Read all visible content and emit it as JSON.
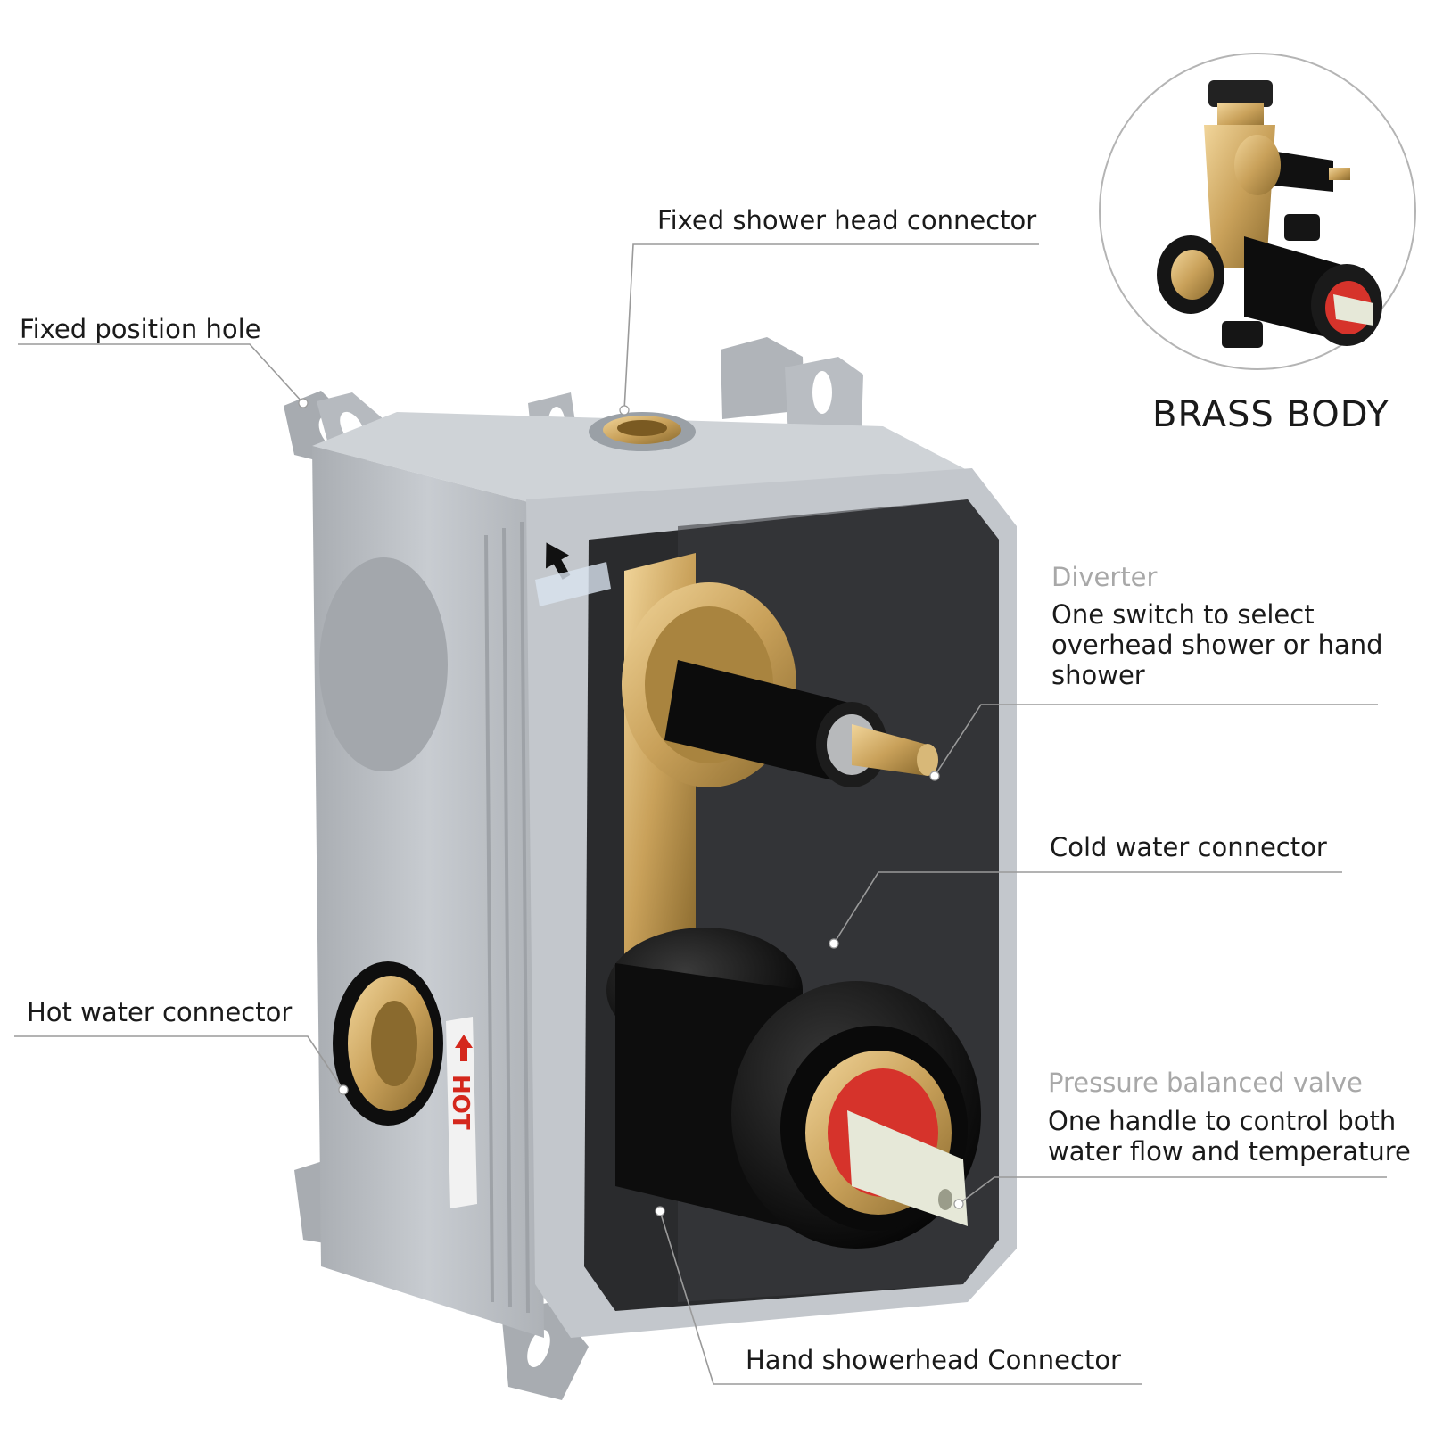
{
  "labels": {
    "fixed_shower_head": "Fixed shower head connector",
    "fixed_position_hole": "Fixed position hole",
    "hot_water": "Hot water connector",
    "cold_water": "Cold water connector",
    "hand_showerhead": "Hand showerhead Connector",
    "diverter_title": "Diverter",
    "diverter_desc": "One switch to select\noverhead shower or hand\nshower",
    "pressure_title": "Pressure balanced valve",
    "pressure_desc": "One handle to control both\nwater flow and temperature"
  },
  "inset": {
    "title": "BRASS BODY"
  },
  "box": {
    "hot_sticker": "HOT"
  },
  "colors": {
    "box_grey": "#b9bdc2",
    "box_shadow": "#8e9398",
    "cavity": "#2a2b2d",
    "brass": "#c9a15a",
    "black_part": "#111111",
    "valve_red": "#d6332b",
    "leader_line": "#9a9a9a"
  }
}
